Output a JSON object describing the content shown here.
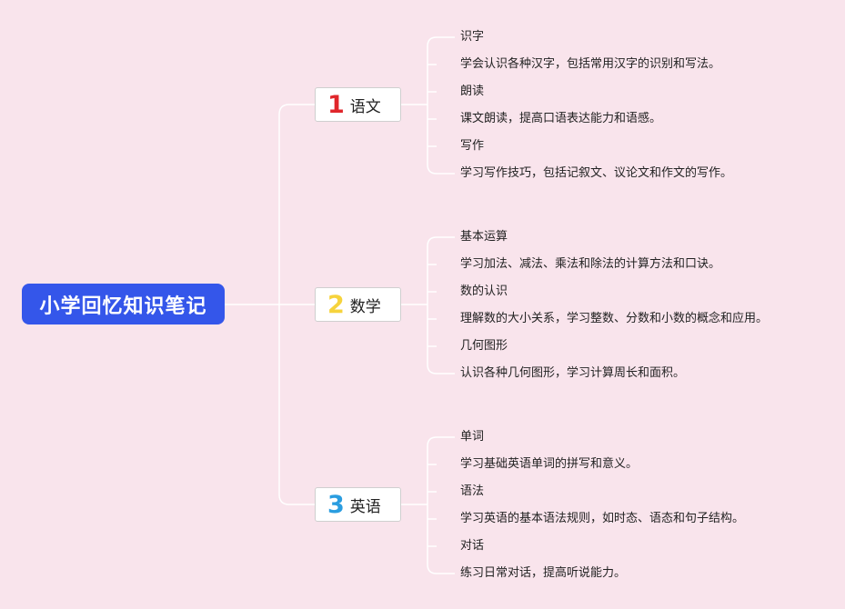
{
  "root": {
    "title": "小学回忆知识笔记"
  },
  "branches": [
    {
      "number": "1",
      "label": "语文",
      "color": "#e0262b",
      "items": [
        "识字",
        "学会认识各种汉字，包括常用汉字的识别和写法。",
        "朗读",
        "课文朗读，提高口语表达能力和语感。",
        "写作",
        "学习写作技巧，包括记叙文、议论文和作文的写作。"
      ]
    },
    {
      "number": "2",
      "label": "数学",
      "color": "#f6d33c",
      "items": [
        "基本运算",
        "学习加法、减法、乘法和除法的计算方法和口诀。",
        "数的认识",
        "理解数的大小关系，学习整数、分数和小数的概念和应用。",
        "几何图形",
        "认识各种几何图形，学习计算周长和面积。"
      ]
    },
    {
      "number": "3",
      "label": "英语",
      "color": "#2a9de0",
      "items": [
        "单词",
        "学习基础英语单词的拼写和意义。",
        "语法",
        "学习英语的基本语法规则，如时态、语态和句子结构。",
        "对话",
        "练习日常对话，提高听说能力。"
      ]
    }
  ]
}
